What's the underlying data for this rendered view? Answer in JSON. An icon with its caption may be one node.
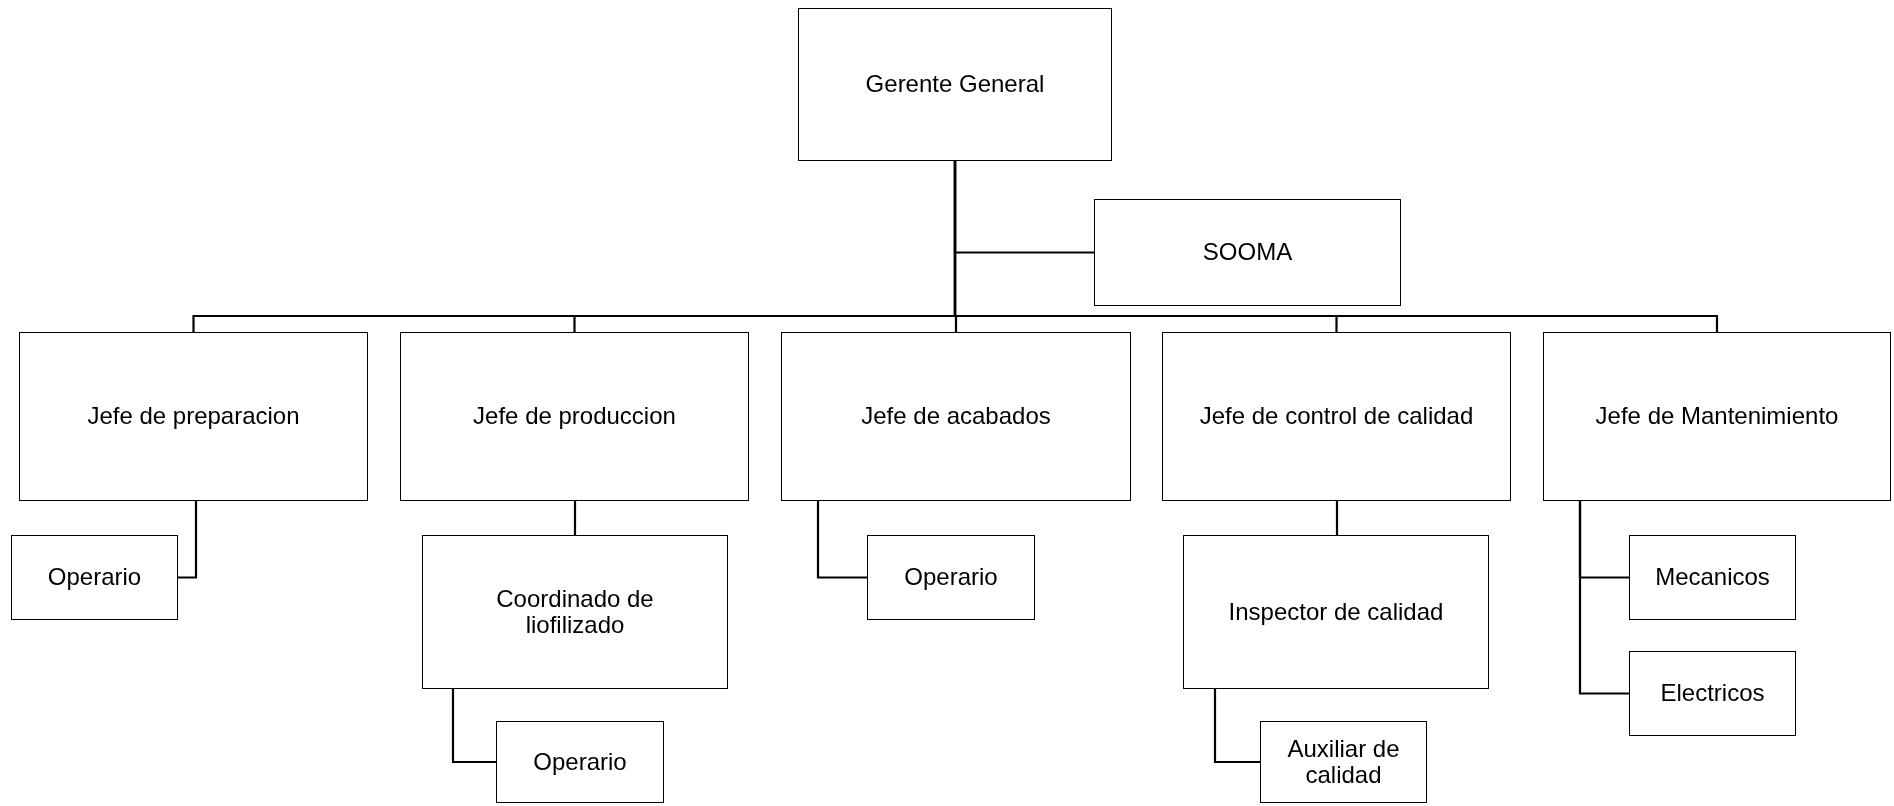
{
  "diagram": {
    "nodes": [
      {
        "text": [
          "Gerente General"
        ]
      },
      {
        "text": [
          "SOOMA"
        ]
      },
      {
        "text": [
          "Jefe de preparacion"
        ]
      },
      {
        "text": [
          "Operario"
        ]
      },
      {
        "text": [
          "Jefe de produccion"
        ]
      },
      {
        "text": [
          "Coordinado de liofilizado"
        ]
      },
      {
        "text": [
          "Operario"
        ]
      },
      {
        "text": [
          "Jefe de acabados"
        ]
      },
      {
        "text": [
          "Operario"
        ]
      },
      {
        "text": [
          "Jefe de control de calidad"
        ]
      },
      {
        "text": [
          "Inspector de calidad"
        ]
      },
      {
        "text": [
          "Auxiliar de calidad"
        ]
      },
      {
        "text": [
          "Jefe de Mantenimiento"
        ]
      },
      {
        "text": [
          "Mecanicos"
        ]
      },
      {
        "text": [
          "Electricos"
        ]
      }
    ],
    "edges": [
      {
        "from": 0,
        "to": 1,
        "arrow": "none"
      },
      {
        "from": 0,
        "to": 2,
        "arrow": "none"
      },
      {
        "from": 0,
        "to": 4,
        "arrow": "none"
      },
      {
        "from": 0,
        "to": 7,
        "arrow": "none"
      },
      {
        "from": 0,
        "to": 9,
        "arrow": "none"
      },
      {
        "from": 0,
        "to": 12,
        "arrow": "none"
      },
      {
        "from": 2,
        "to": 3,
        "arrow": "none"
      },
      {
        "from": 4,
        "to": 5,
        "arrow": "none"
      },
      {
        "from": 5,
        "to": 6,
        "arrow": "none"
      },
      {
        "from": 7,
        "to": 8,
        "arrow": "none"
      },
      {
        "from": 9,
        "to": 10,
        "arrow": "none"
      },
      {
        "from": 10,
        "to": 11,
        "arrow": "none"
      },
      {
        "from": 12,
        "to": 13,
        "arrow": "none"
      },
      {
        "from": 12,
        "to": 14,
        "arrow": "none"
      }
    ]
  }
}
